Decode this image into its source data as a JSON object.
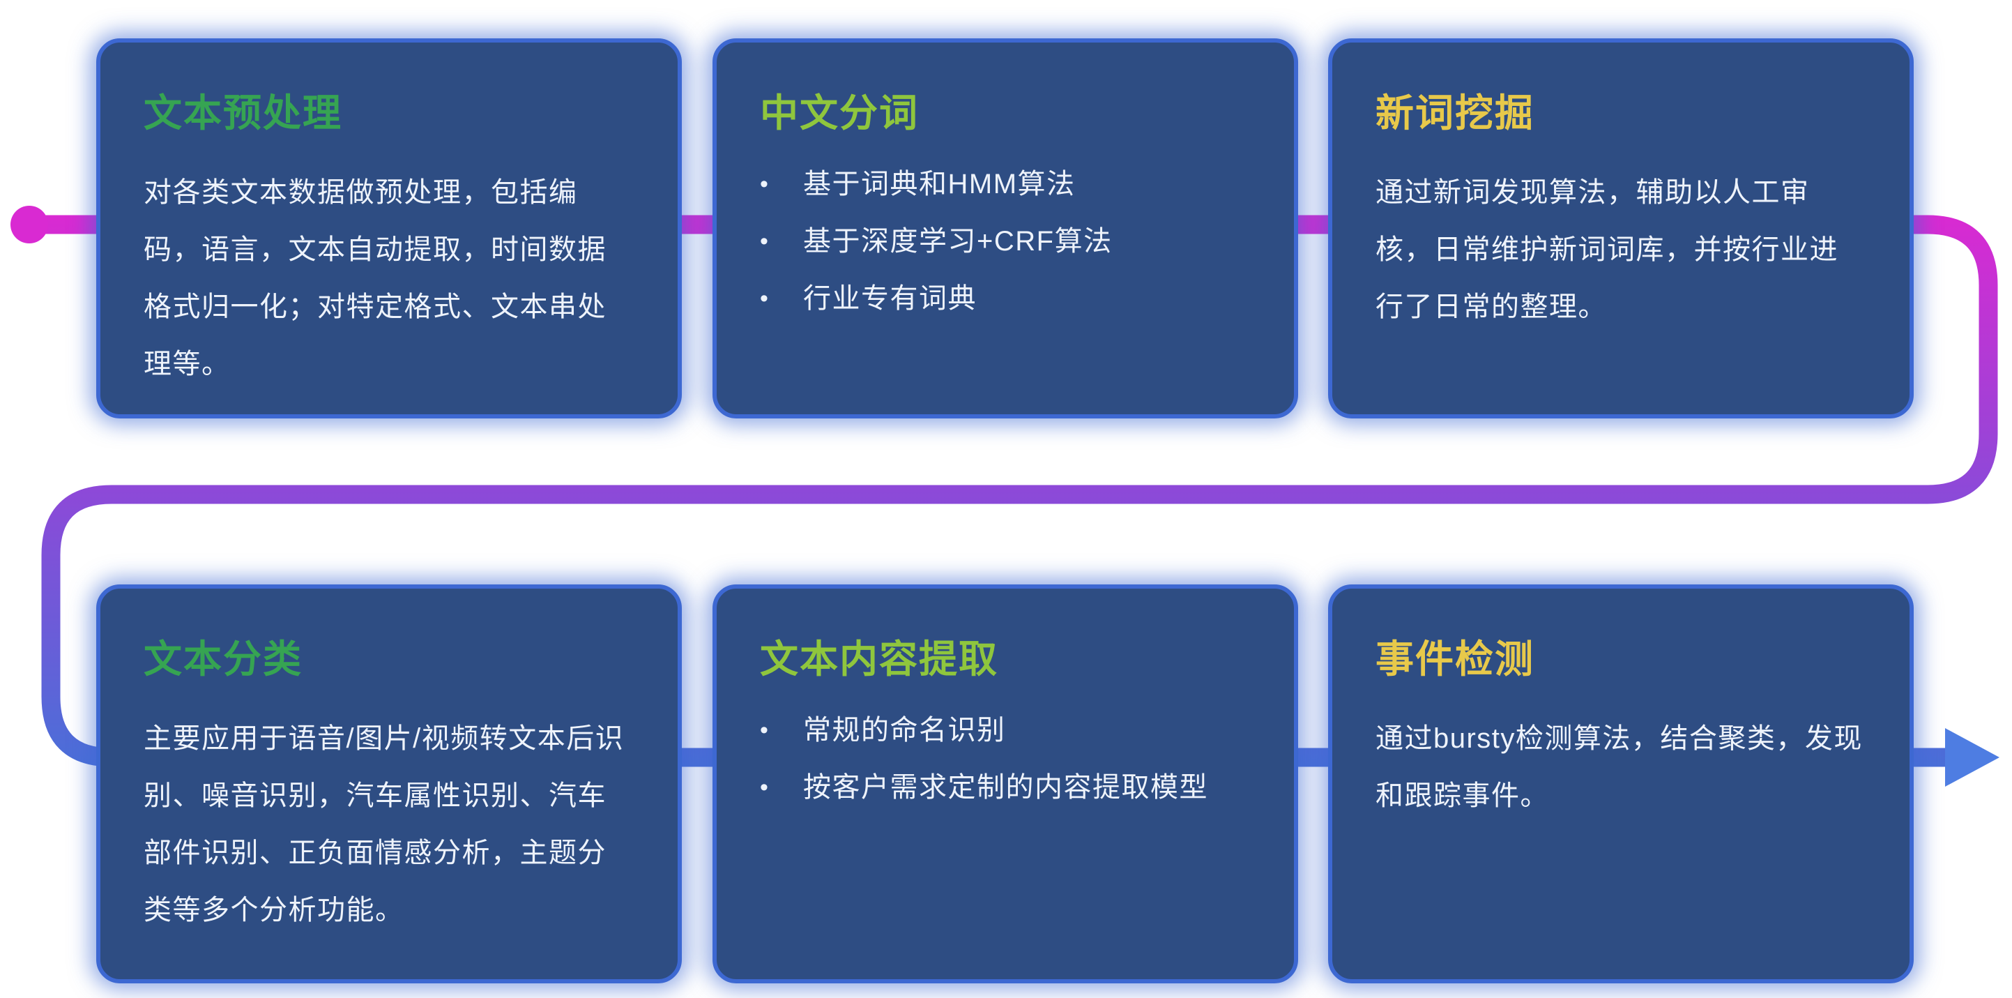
{
  "ui": {
    "bullet": "•"
  },
  "flow": {
    "colors": {
      "start": "#d92ad2",
      "mid": "#8d49d8",
      "end": "#4a6fd8",
      "arrow": "#4e7de2"
    }
  },
  "cards": [
    {
      "title": "文本预处理",
      "title_color": "#36a452",
      "paragraph": "对各类文本数据做预处理，包括编码，语言，文本自动提取，时间数据格式归一化；对特定格式、文本串处理等。"
    },
    {
      "title": "中文分词",
      "title_color": "#8fc63d",
      "bullets": [
        "基于词典和HMM算法",
        "基于深度学习+CRF算法",
        "行业专有词典"
      ]
    },
    {
      "title": "新词挖掘",
      "title_color": "#e8c94a",
      "paragraph": "通过新词发现算法，辅助以人工审核，日常维护新词词库，并按行业进行了日常的整理。"
    },
    {
      "title": "文本分类",
      "title_color": "#36a452",
      "paragraph": "主要应用于语音/图片/视频转文本后识别、噪音识别，汽车属性识别、汽车部件识别、正负面情感分析，主题分类等多个分析功能。"
    },
    {
      "title": "文本内容提取",
      "title_color": "#8fc63d",
      "bullets": [
        "常规的命名识别",
        "按客户需求定制的内容提取模型"
      ]
    },
    {
      "title": "事件检测",
      "title_color": "#e8c94a",
      "paragraph": "通过bursty检测算法，结合聚类，发现和跟踪事件。"
    }
  ]
}
